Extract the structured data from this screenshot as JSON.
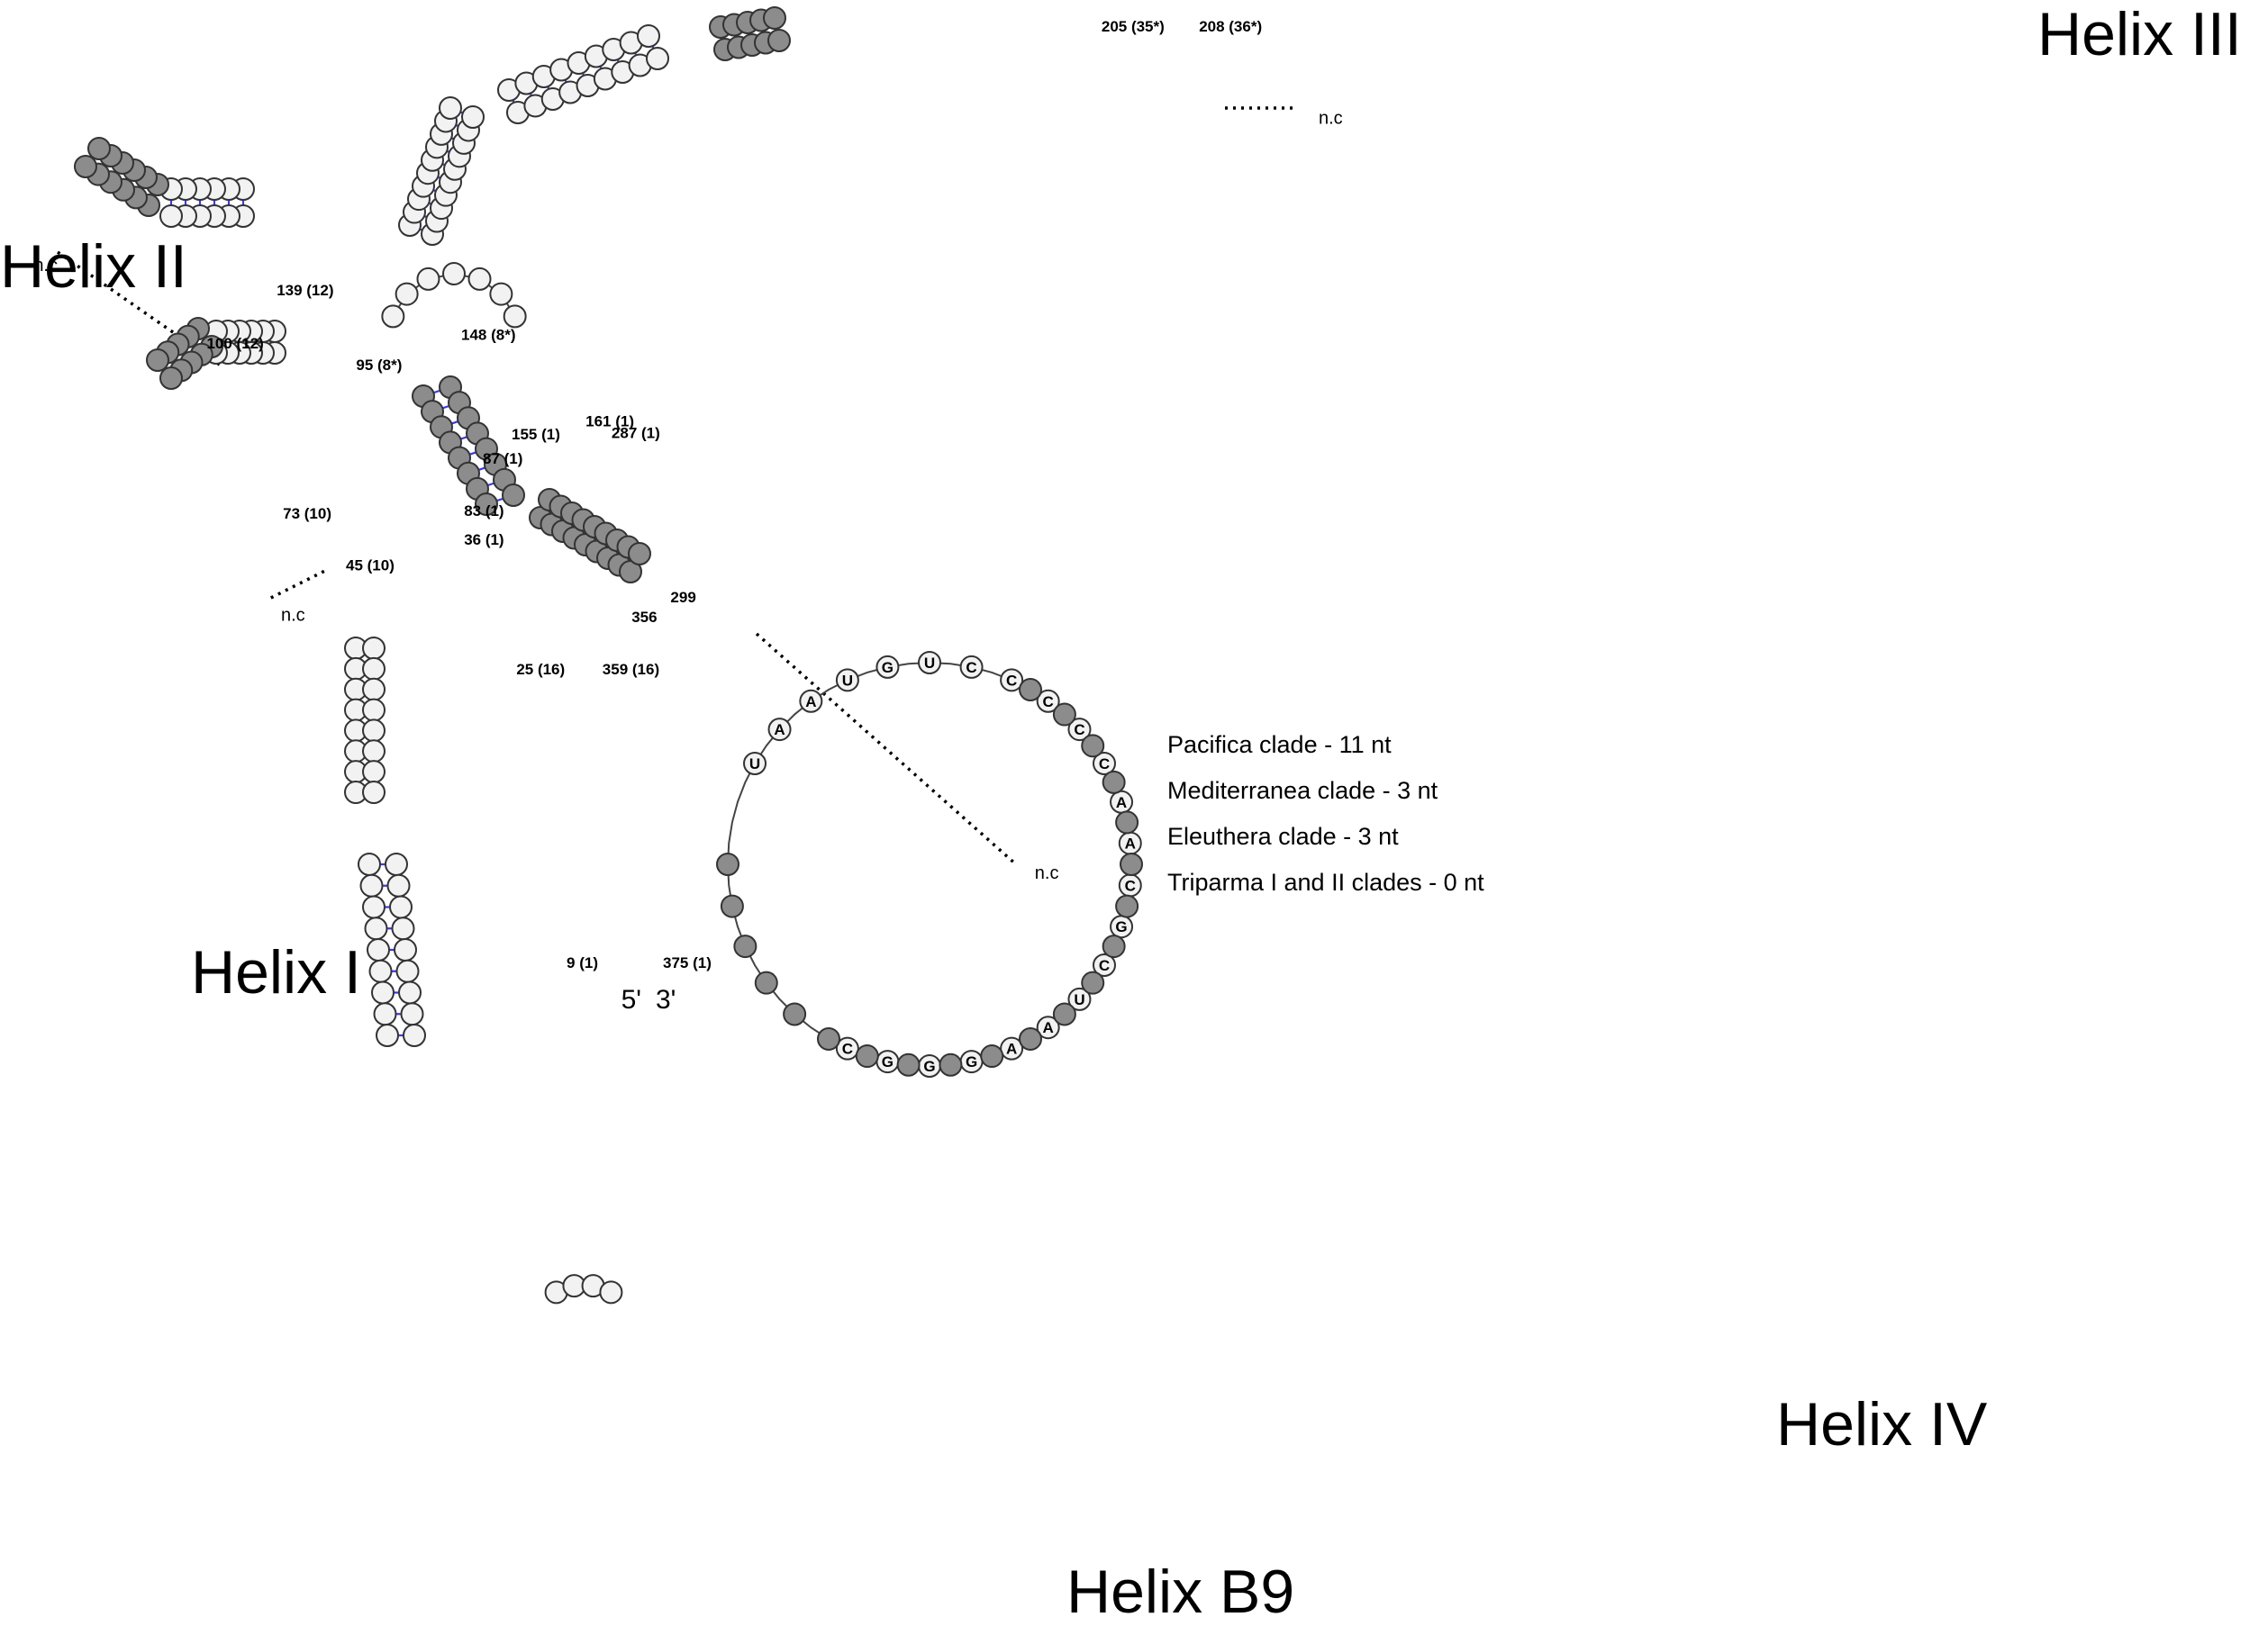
{
  "helix_titles": {
    "h1": "Helix I",
    "h2": "Helix II",
    "h3": "Helix III",
    "h4": "Helix IV",
    "hb9": "Helix B9"
  },
  "legend": [
    "Pacifica clade - 11 nt",
    "Mediterranea clade - 3 nt",
    "Eleuthera clade - 3 nt",
    "Triparma I and II clades - 0 nt"
  ],
  "nc_label": "n.c",
  "ends": {
    "five": "5'",
    "three": "3'"
  },
  "position_labels": [
    "9 (1)",
    "375 (1)",
    "25 (16)",
    "359 (16)",
    "36 (1)",
    "83 (1)",
    "87 (1)",
    "155 (1)",
    "161 (1)",
    "287 (1)",
    "299",
    "356",
    "45 (10)",
    "73 (10)",
    "95 (8*)",
    "148 (8*)",
    "100 (12)",
    "139 (12)",
    "205 (35*)",
    "208 (36*)"
  ],
  "ring_letters": [
    "U",
    "A",
    "A",
    "U",
    "G",
    "U",
    "C",
    "C",
    "C",
    "C",
    "C",
    "A",
    "A",
    "C",
    "G",
    "C",
    "U",
    "A",
    "A",
    "G",
    "G",
    "G",
    "C"
  ],
  "colors": {
    "open": "#f2f2f2",
    "filled": "#8c8c8c",
    "stroke": "#333333",
    "bond": "#3a3ae6",
    "chain": "#444444"
  }
}
